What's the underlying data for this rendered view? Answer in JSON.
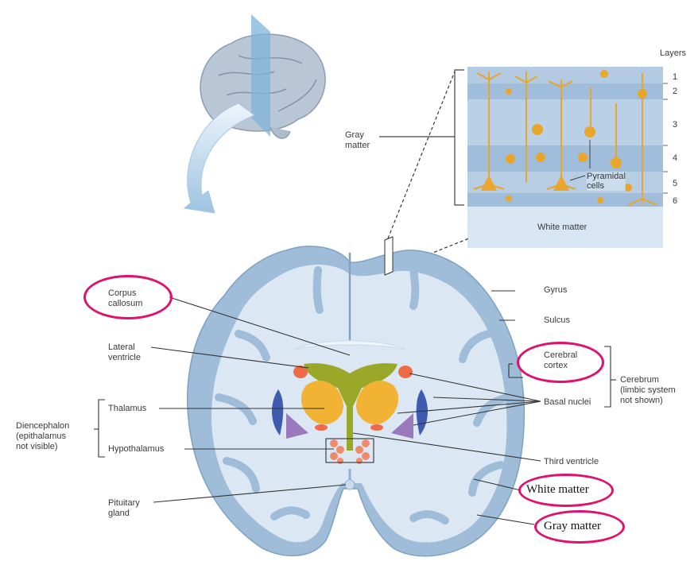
{
  "layers_panel": {
    "heading": "Layers",
    "numbers": [
      "1",
      "2",
      "3",
      "4",
      "5",
      "6"
    ],
    "white_matter": "White matter",
    "pyramidal_cells": "Pyramidal\ncells",
    "gray_matter": "Gray\nmatter"
  },
  "labels": {
    "corpus_callosum": "Corpus\ncallosum",
    "lateral_ventricle": "Lateral\nventricle",
    "thalamus": "Thalamus",
    "hypothalamus": "Hypothalamus",
    "diencephalon": "Diencephalon\n(epithalamus\nnot visible)",
    "pituitary_gland": "Pituitary\ngland",
    "gyrus": "Gyrus",
    "sulcus": "Sulcus",
    "cerebral_cortex": "Cerebral\ncortex",
    "cerebrum": "Cerebrum\n(limbic system\nnot shown)",
    "basal_nuclei": "Basal nuclei",
    "third_ventricle": "Third ventricle",
    "white_matter_annot": "White matter",
    "gray_matter_annot": "Gray matter"
  },
  "colors": {
    "gray_matter": "#9fbcd8",
    "white_matter": "#dbe8f4",
    "thalamus": "#f2b233",
    "hypothalamus": "#f08a6a",
    "ventricle": "#9aa829",
    "basal_blue": "#3f5bb0",
    "basal_purple": "#9a79bd",
    "highlight_ring": "#e0106e",
    "neuron": "#e9a62b"
  }
}
